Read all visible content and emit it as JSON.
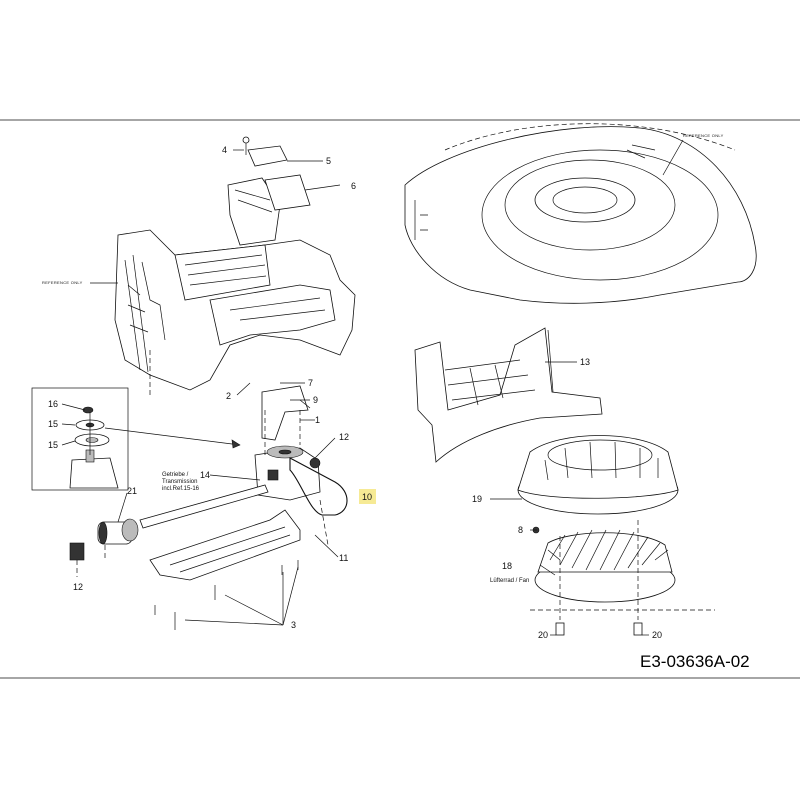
{
  "diagram": {
    "reference_note": "REFERENCE ONLY",
    "transmission_note": [
      "Getriebe /",
      "Transmission",
      "incl.Ref.15-16"
    ],
    "fan_label": "Lüfterrad / Fan",
    "drawing_code": "E3-03636A-02",
    "highlight_color": "#f6ea95",
    "callouts": {
      "c1": "1",
      "c2": "2",
      "c3": "3",
      "c4": "4",
      "c5": "5",
      "c6": "6",
      "c7": "7",
      "c8": "8",
      "c9": "9",
      "c10": "10",
      "c11": "11",
      "c12a": "12",
      "c12b": "12",
      "c13": "13",
      "c14": "14",
      "c15a": "15",
      "c15b": "15",
      "c16": "16",
      "c18": "18",
      "c19": "19",
      "c20a": "20",
      "c20b": "20",
      "c21": "21"
    }
  }
}
